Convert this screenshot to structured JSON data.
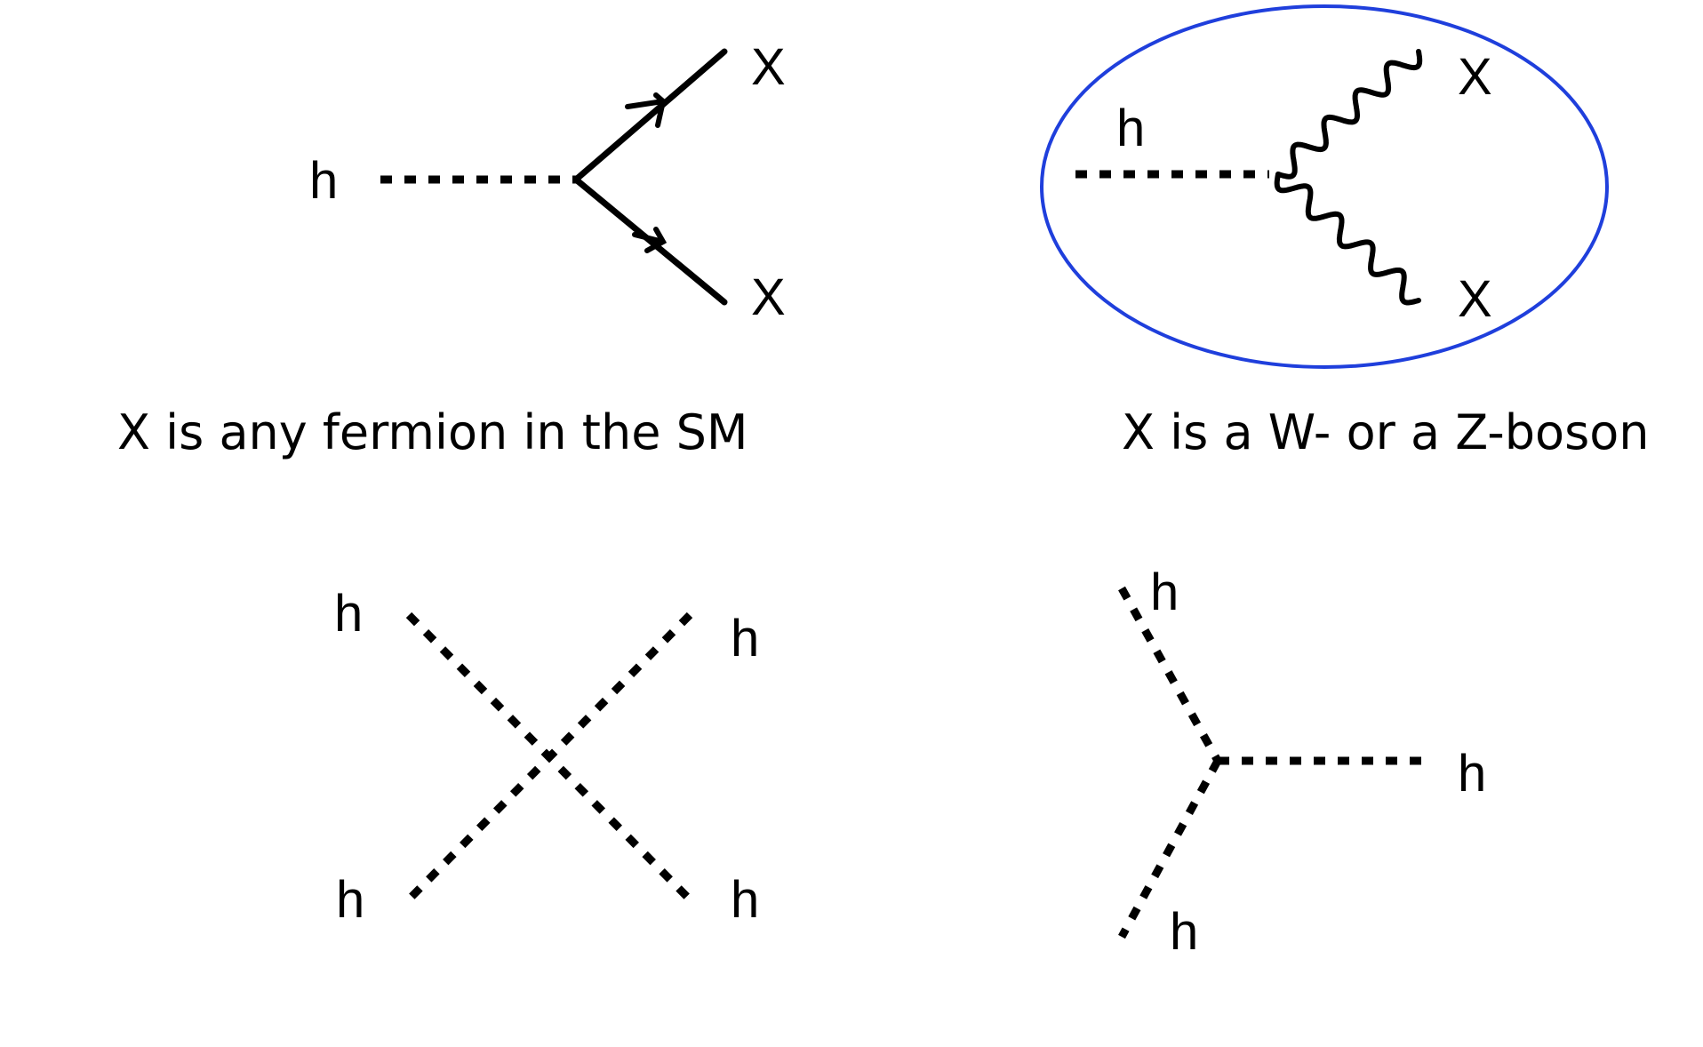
{
  "colors": {
    "ink": "#000000",
    "highlight": "#1f3fdc"
  },
  "diagrams": {
    "fermion_vertex": {
      "incoming_label": "h",
      "outgoing_top_label": "X",
      "outgoing_bottom_label": "X",
      "caption": "X is any fermion in the SM"
    },
    "boson_vertex": {
      "incoming_label": "h",
      "outgoing_top_label": "X",
      "outgoing_bottom_label": "X",
      "caption": "X is a W- or a Z-boson"
    },
    "quartic_vertex": {
      "top_left_label": "h",
      "top_right_label": "h",
      "bottom_left_label": "h",
      "bottom_right_label": "h"
    },
    "cubic_vertex": {
      "top_label": "h",
      "right_label": "h",
      "bottom_label": "h"
    }
  }
}
